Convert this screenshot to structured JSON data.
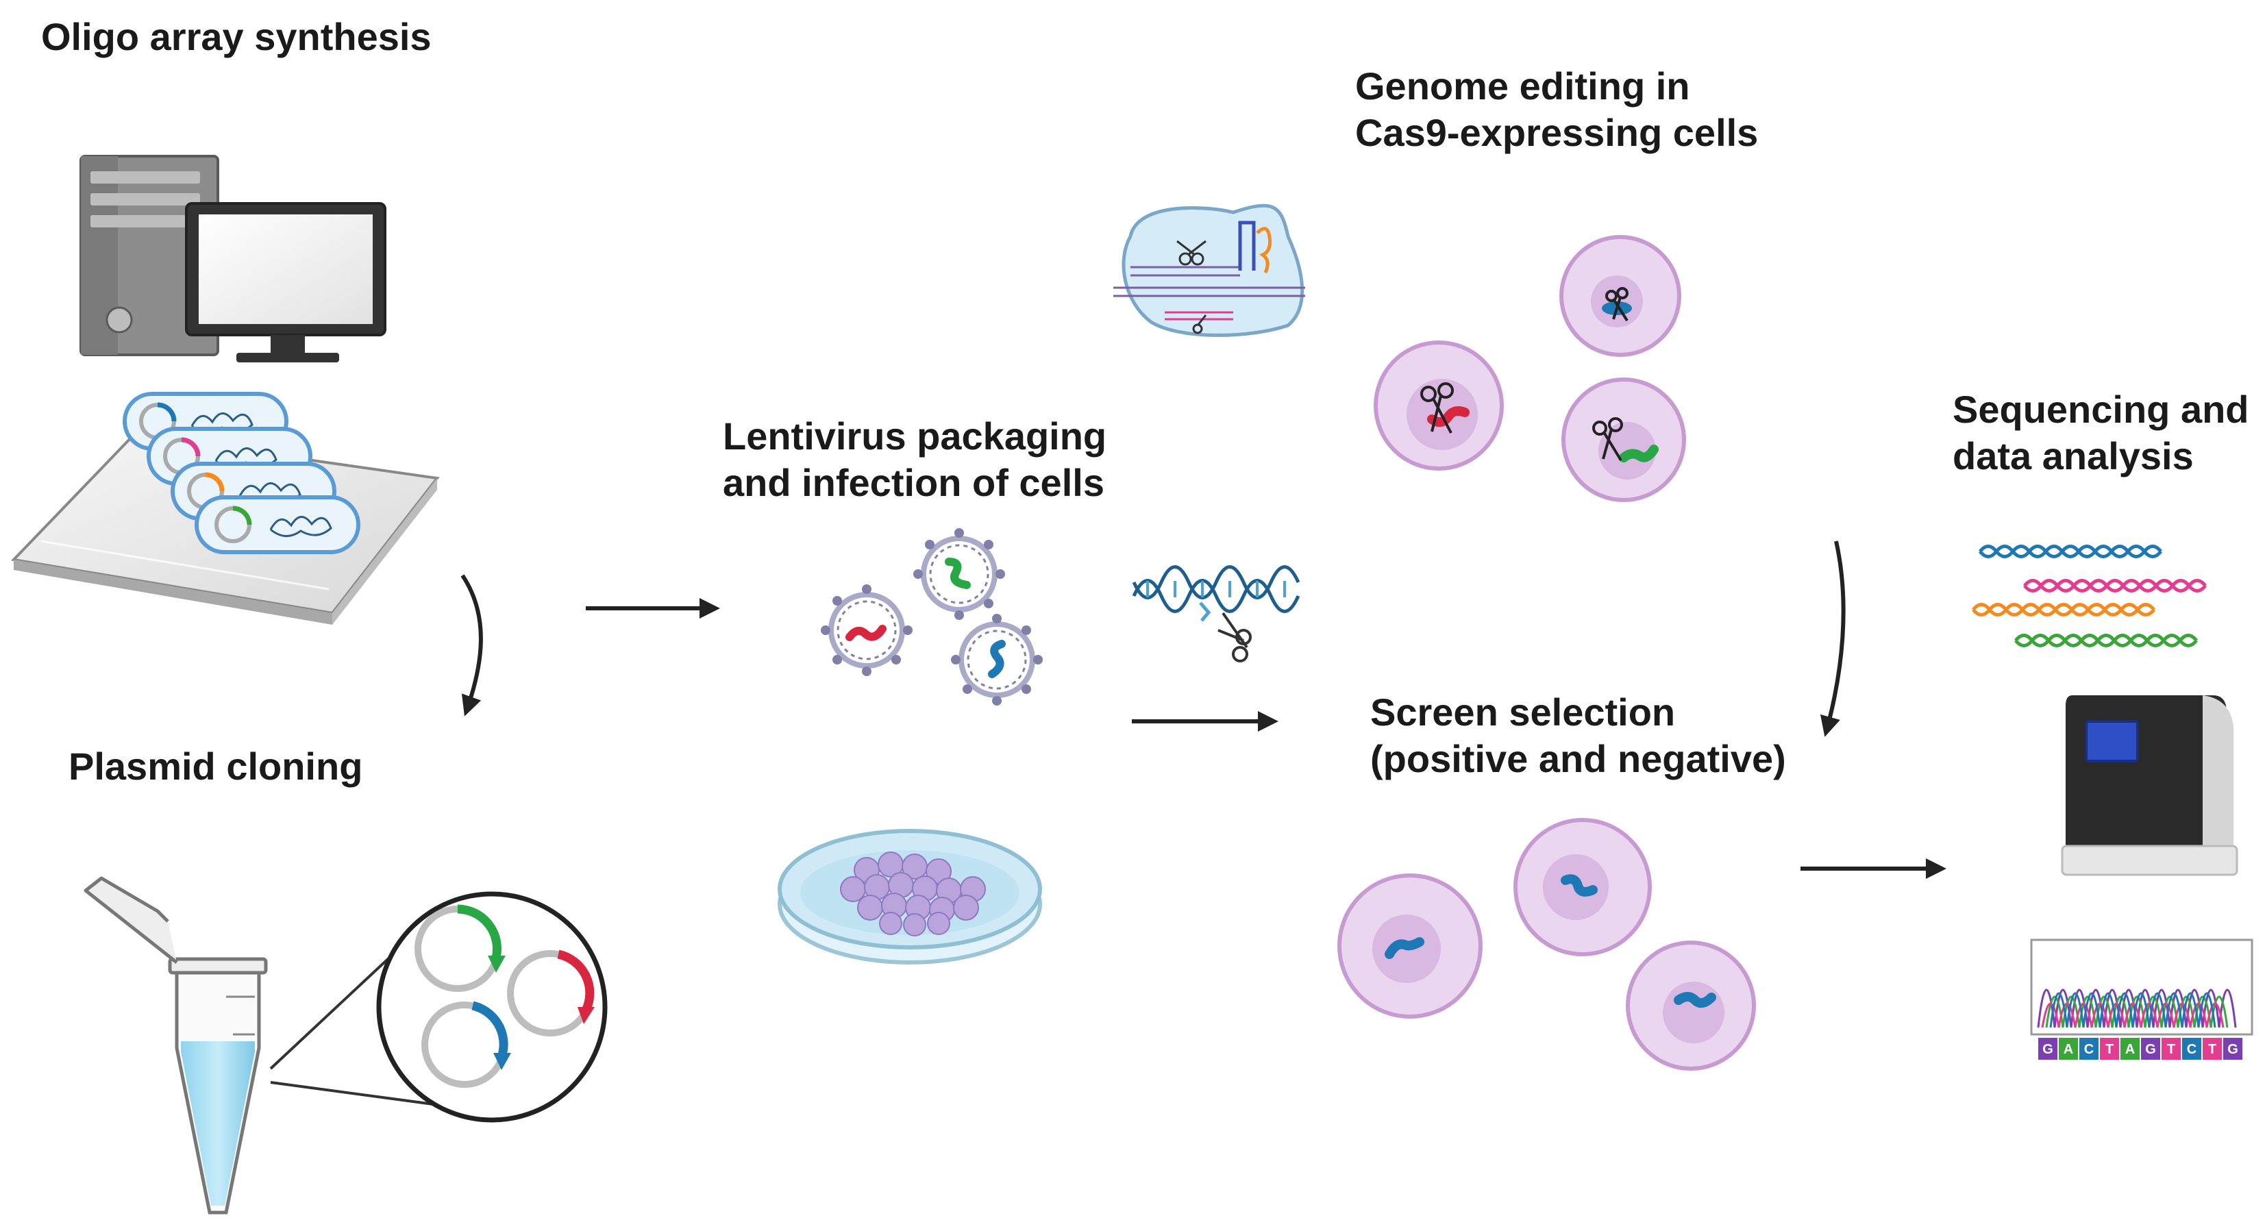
{
  "steps": {
    "oligo": {
      "title": "Oligo array synthesis"
    },
    "plasmid": {
      "title": "Plasmid cloning"
    },
    "lentivirus": {
      "line1": "Lentivirus packaging",
      "line2": "and infection of cells"
    },
    "genome": {
      "line1": "Genome editing in",
      "line2": "Cas9-expressing cells"
    },
    "screen": {
      "line1": "Screen selection",
      "line2": "(positive and negative)"
    },
    "sequencing": {
      "line1": "Sequencing and",
      "line2": "data analysis"
    }
  },
  "sequence_trace": {
    "bases": [
      "G",
      "A",
      "C",
      "T",
      "A",
      "G",
      "T",
      "C",
      "T",
      "G"
    ]
  },
  "colors": {
    "text": "#1a1a1a",
    "arrow": "#222222",
    "cell_fill": "#ead7ef",
    "cell_stroke": "#c79bd1",
    "nucleus": "#d9b8e2",
    "virus_ring": "#a9a9c8",
    "dna_blue": "#1f77b4",
    "dna_pink": "#e23d8f",
    "dna_orange": "#f58b1f",
    "dna_green": "#3aa63a",
    "insert_red": "#d7263d",
    "insert_green": "#27a844",
    "insert_blue": "#1e78b4"
  }
}
